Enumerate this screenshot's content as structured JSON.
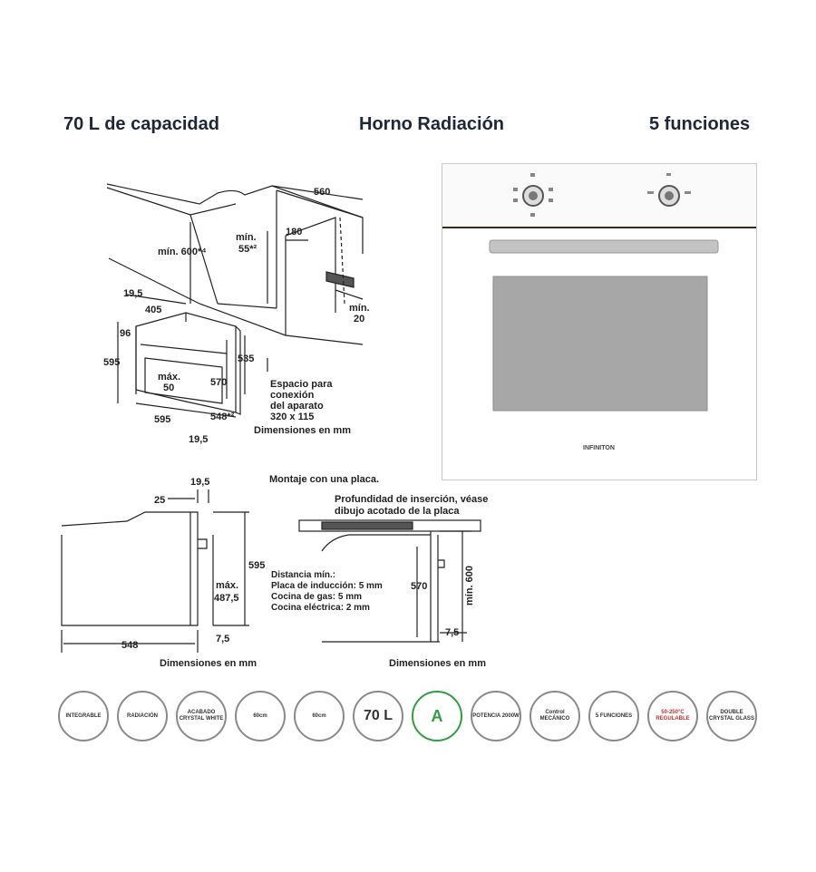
{
  "headers": {
    "capacity": "70 L de capacidad",
    "type": "Horno  Radiación",
    "functions": "5 funciones"
  },
  "iso_diagram": {
    "d560": "560",
    "min600": "mín. 600*⁴",
    "min55_a": "mín.",
    "min55_b": "55*²",
    "d180": "180",
    "min20_a": "mín.",
    "min20_b": "20",
    "d19_5_top": "19,5",
    "d405": "405",
    "d96": "96",
    "d595_left": "595",
    "max50_a": "máx.",
    "max50_b": "50",
    "d570": "570",
    "d535": "535",
    "d595_bottom": "595",
    "d548": "548*²",
    "d19_5_bottom": "19,5",
    "space_1": "Espacio para",
    "space_2": "conexión",
    "space_3": "del aparato",
    "space_4": "320 x 115",
    "units": "Dimensiones en mm"
  },
  "side_diagram": {
    "d19_5": "19,5",
    "d25": "25",
    "d595": "595",
    "max_a": "máx.",
    "max_b": "487,5",
    "d7_5": "7,5",
    "d548": "548",
    "units": "Dimensiones en mm"
  },
  "plate_diagram": {
    "title": "Montaje con una placa.",
    "note_1": "Profundidad de inserción, véase",
    "note_2": "dibujo acotado de la placa",
    "dist_title": "Distancia mín.:",
    "dist_1": "Placa de inducción: 5 mm",
    "dist_2": "Cocina de gas: 5 mm",
    "dist_3": "Cocina eléctrica: 2 mm",
    "d570": "570",
    "min600": "mín. 600",
    "d7_5": "7,5",
    "units": "Dimensiones en mm"
  },
  "oven": {
    "brand": "INFINITON"
  },
  "icons": [
    {
      "name": "integrable-icon",
      "text": "INTEGRABLE"
    },
    {
      "name": "radiacion-icon",
      "text": "RADIACIÓN"
    },
    {
      "name": "crystal-white-icon",
      "text": "ACABADO CRYSTAL WHITE"
    },
    {
      "name": "height-60-icon",
      "text": "60cm"
    },
    {
      "name": "width-60-icon",
      "text": "60cm"
    },
    {
      "name": "capacity-70l-icon",
      "text": "70 L"
    },
    {
      "name": "energy-a-icon",
      "text": "A"
    },
    {
      "name": "power-icon",
      "text": "POTENCIA 2000W"
    },
    {
      "name": "control-icon",
      "text": "Control MECÁNICO"
    },
    {
      "name": "functions-icon",
      "text": "5 FUNCIONES"
    },
    {
      "name": "temperature-icon",
      "text": "50-250°C REGULABLE"
    },
    {
      "name": "double-glass-icon",
      "text": "DOUBLE CRYSTAL GLASS"
    }
  ]
}
